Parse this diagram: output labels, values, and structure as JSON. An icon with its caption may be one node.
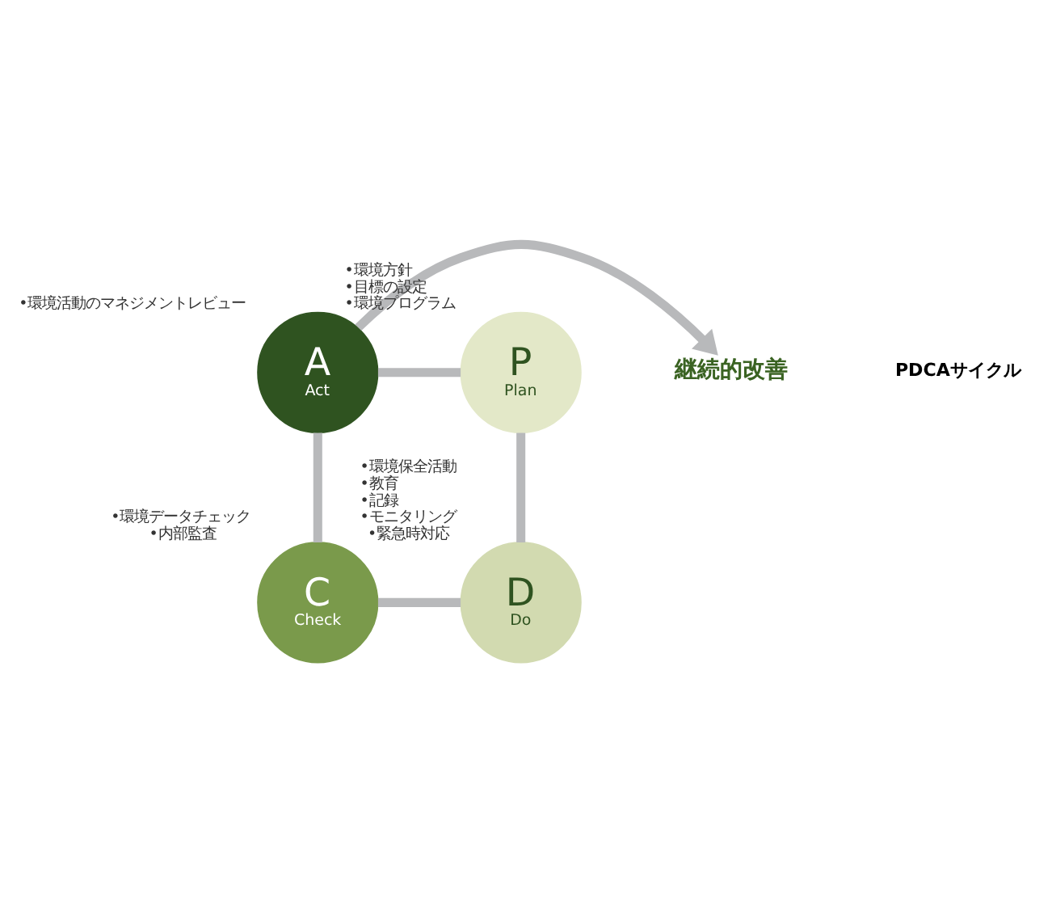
{
  "diagram": {
    "nodes": [
      {
        "text": [
          "P",
          "Plan"
        ],
        "beside": [
          "•環境方針",
          "•目標の設定",
          "•環境プログラム"
        ]
      },
      {
        "text": [
          "D",
          "Do"
        ],
        "beside": [
          "•環境保全活動",
          "•教育",
          "•記録",
          "•モニタリング",
          "•緊急時対応"
        ]
      },
      {
        "text": [
          "C",
          "Check"
        ],
        "beside": [
          "•環境データチェック",
          "•内部監査"
        ]
      },
      {
        "text": [
          "A",
          "Act"
        ],
        "beside": [
          "•環境活動のマネジメントレビュー"
        ]
      },
      {
        "text": [
          "継続的改善"
        ]
      }
    ],
    "edges": [
      {
        "from": 0,
        "to": 1,
        "arrow": "none"
      },
      {
        "from": 1,
        "to": 2,
        "arrow": "none"
      },
      {
        "from": 2,
        "to": 3,
        "arrow": "none"
      },
      {
        "from": 3,
        "to": 0,
        "arrow": "none"
      },
      {
        "from": 3,
        "to": 4,
        "arrow": "to"
      }
    ],
    "labels": [
      "PDCAサイクル"
    ]
  }
}
